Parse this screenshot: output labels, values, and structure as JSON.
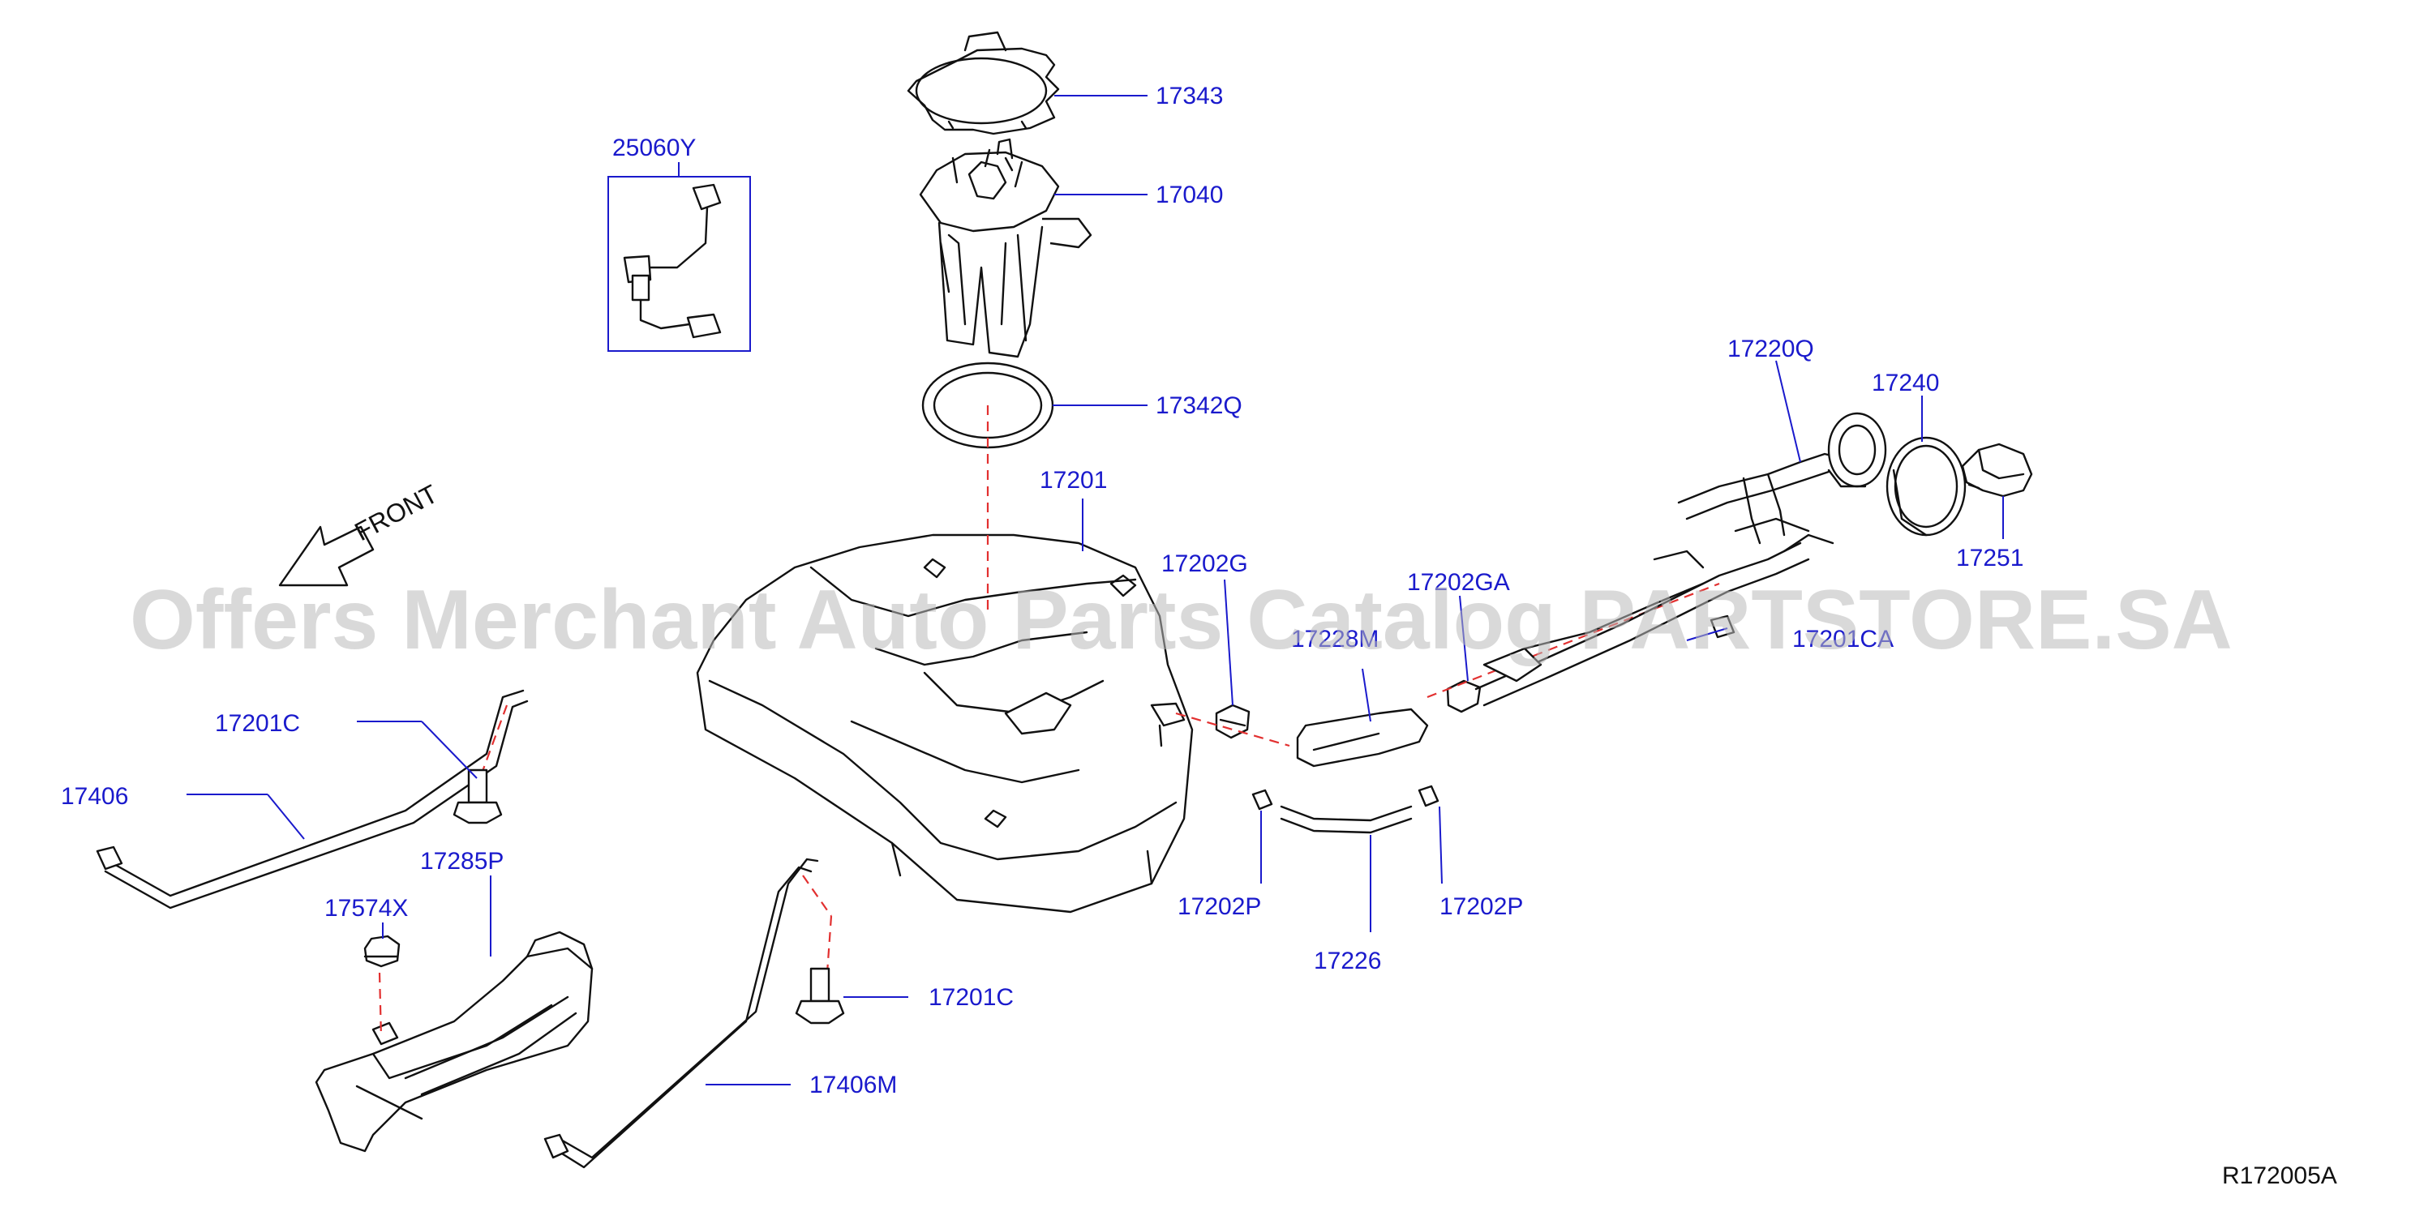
{
  "watermark": "Offers Merchant Auto Parts Catalog PARTSTORE.SA",
  "front_label": "FRONT",
  "diagram_code": "R172005A",
  "colors": {
    "label": "#1a1acc",
    "dash": "#e23030",
    "line": "#111111",
    "watermark": "#b9b9b9"
  },
  "labels": {
    "p17343": "17343",
    "p17040": "17040",
    "p25060Y": "25060Y",
    "p17342Q": "17342Q",
    "p17201": "17201",
    "p17202G": "17202G",
    "p17202GA": "17202GA",
    "p17228M": "17228M",
    "p17201CA": "17201CA",
    "p17220Q": "17220Q",
    "p17240": "17240",
    "p17251": "17251",
    "p17201C_left": "17201C",
    "p17406": "17406",
    "p17285P": "17285P",
    "p17574X": "17574X",
    "p17201C_right": "17201C",
    "p17406M": "17406M",
    "p17202P_left": "17202P",
    "p17202P_right": "17202P",
    "p17226": "17226"
  }
}
